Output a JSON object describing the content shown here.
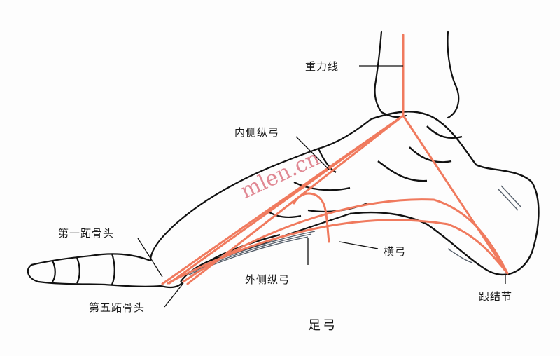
{
  "figure": {
    "title": "足弓",
    "watermark": "mlen.cn",
    "colors": {
      "arch_lines": "#f07a5e",
      "outline": "#111111",
      "background": "#fdfdfd",
      "watermark": "#c8283c"
    },
    "labels": {
      "gravity_line": "重力线",
      "medial_longitudinal_arch": "内侧纵弓",
      "first_metatarsal_head": "第一跖骨头",
      "fifth_metatarsal_head": "第五跖骨头",
      "lateral_longitudinal_arch": "外侧纵弓",
      "transverse_arch": "横弓",
      "calcaneal_tuberosity": "跟结节"
    }
  }
}
